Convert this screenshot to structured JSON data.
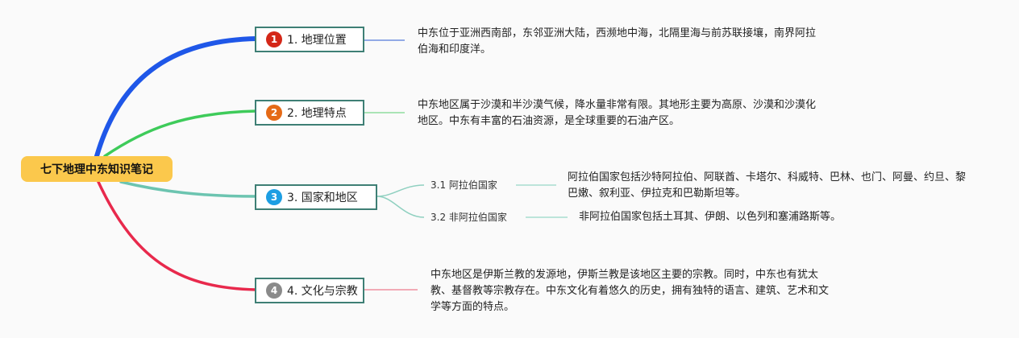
{
  "root": {
    "title": "七下地理中东知识笔记"
  },
  "branches": [
    {
      "number": "1",
      "label": "1. 地理位置",
      "color": "#1f57e8",
      "badge_color": "#d42718",
      "note": "中东位于亚洲西南部，东邻亚洲大陆，西濒地中海，北隔里海与前苏联接壤，南界阿拉伯海和印度洋。"
    },
    {
      "number": "2",
      "label": "2. 地理特点",
      "color": "#3ecb5a",
      "badge_color": "#e56a17",
      "note": "中东地区属于沙漠和半沙漠气候，降水量非常有限。其地形主要为高原、沙漠和沙漠化地区。中东有丰富的石油资源，是全球重要的石油产区。"
    },
    {
      "number": "3",
      "label": "3. 国家和地区",
      "color": "#6cc4b0",
      "badge_color": "#1d9ee3",
      "children": [
        {
          "label": "3.1 阿拉伯国家",
          "note": "阿拉伯国家包括沙特阿拉伯、阿联酋、卡塔尔、科威特、巴林、也门、阿曼、约旦、黎巴嫩、叙利亚、伊拉克和巴勒斯坦等。"
        },
        {
          "label": "3.2 非阿拉伯国家",
          "note": "非阿拉伯国家包括土耳其、伊朗、以色列和塞浦路斯等。"
        }
      ]
    },
    {
      "number": "4",
      "label": "4. 文化与宗教",
      "color": "#e8294c",
      "badge_color": "#8a8a8a",
      "note": "中东地区是伊斯兰教的发源地，伊斯兰教是该地区主要的宗教。同时，中东也有犹太教、基督教等宗教存在。中东文化有着悠久的历史，拥有独特的语言、建筑、艺术和文学等方面的特点。"
    }
  ]
}
